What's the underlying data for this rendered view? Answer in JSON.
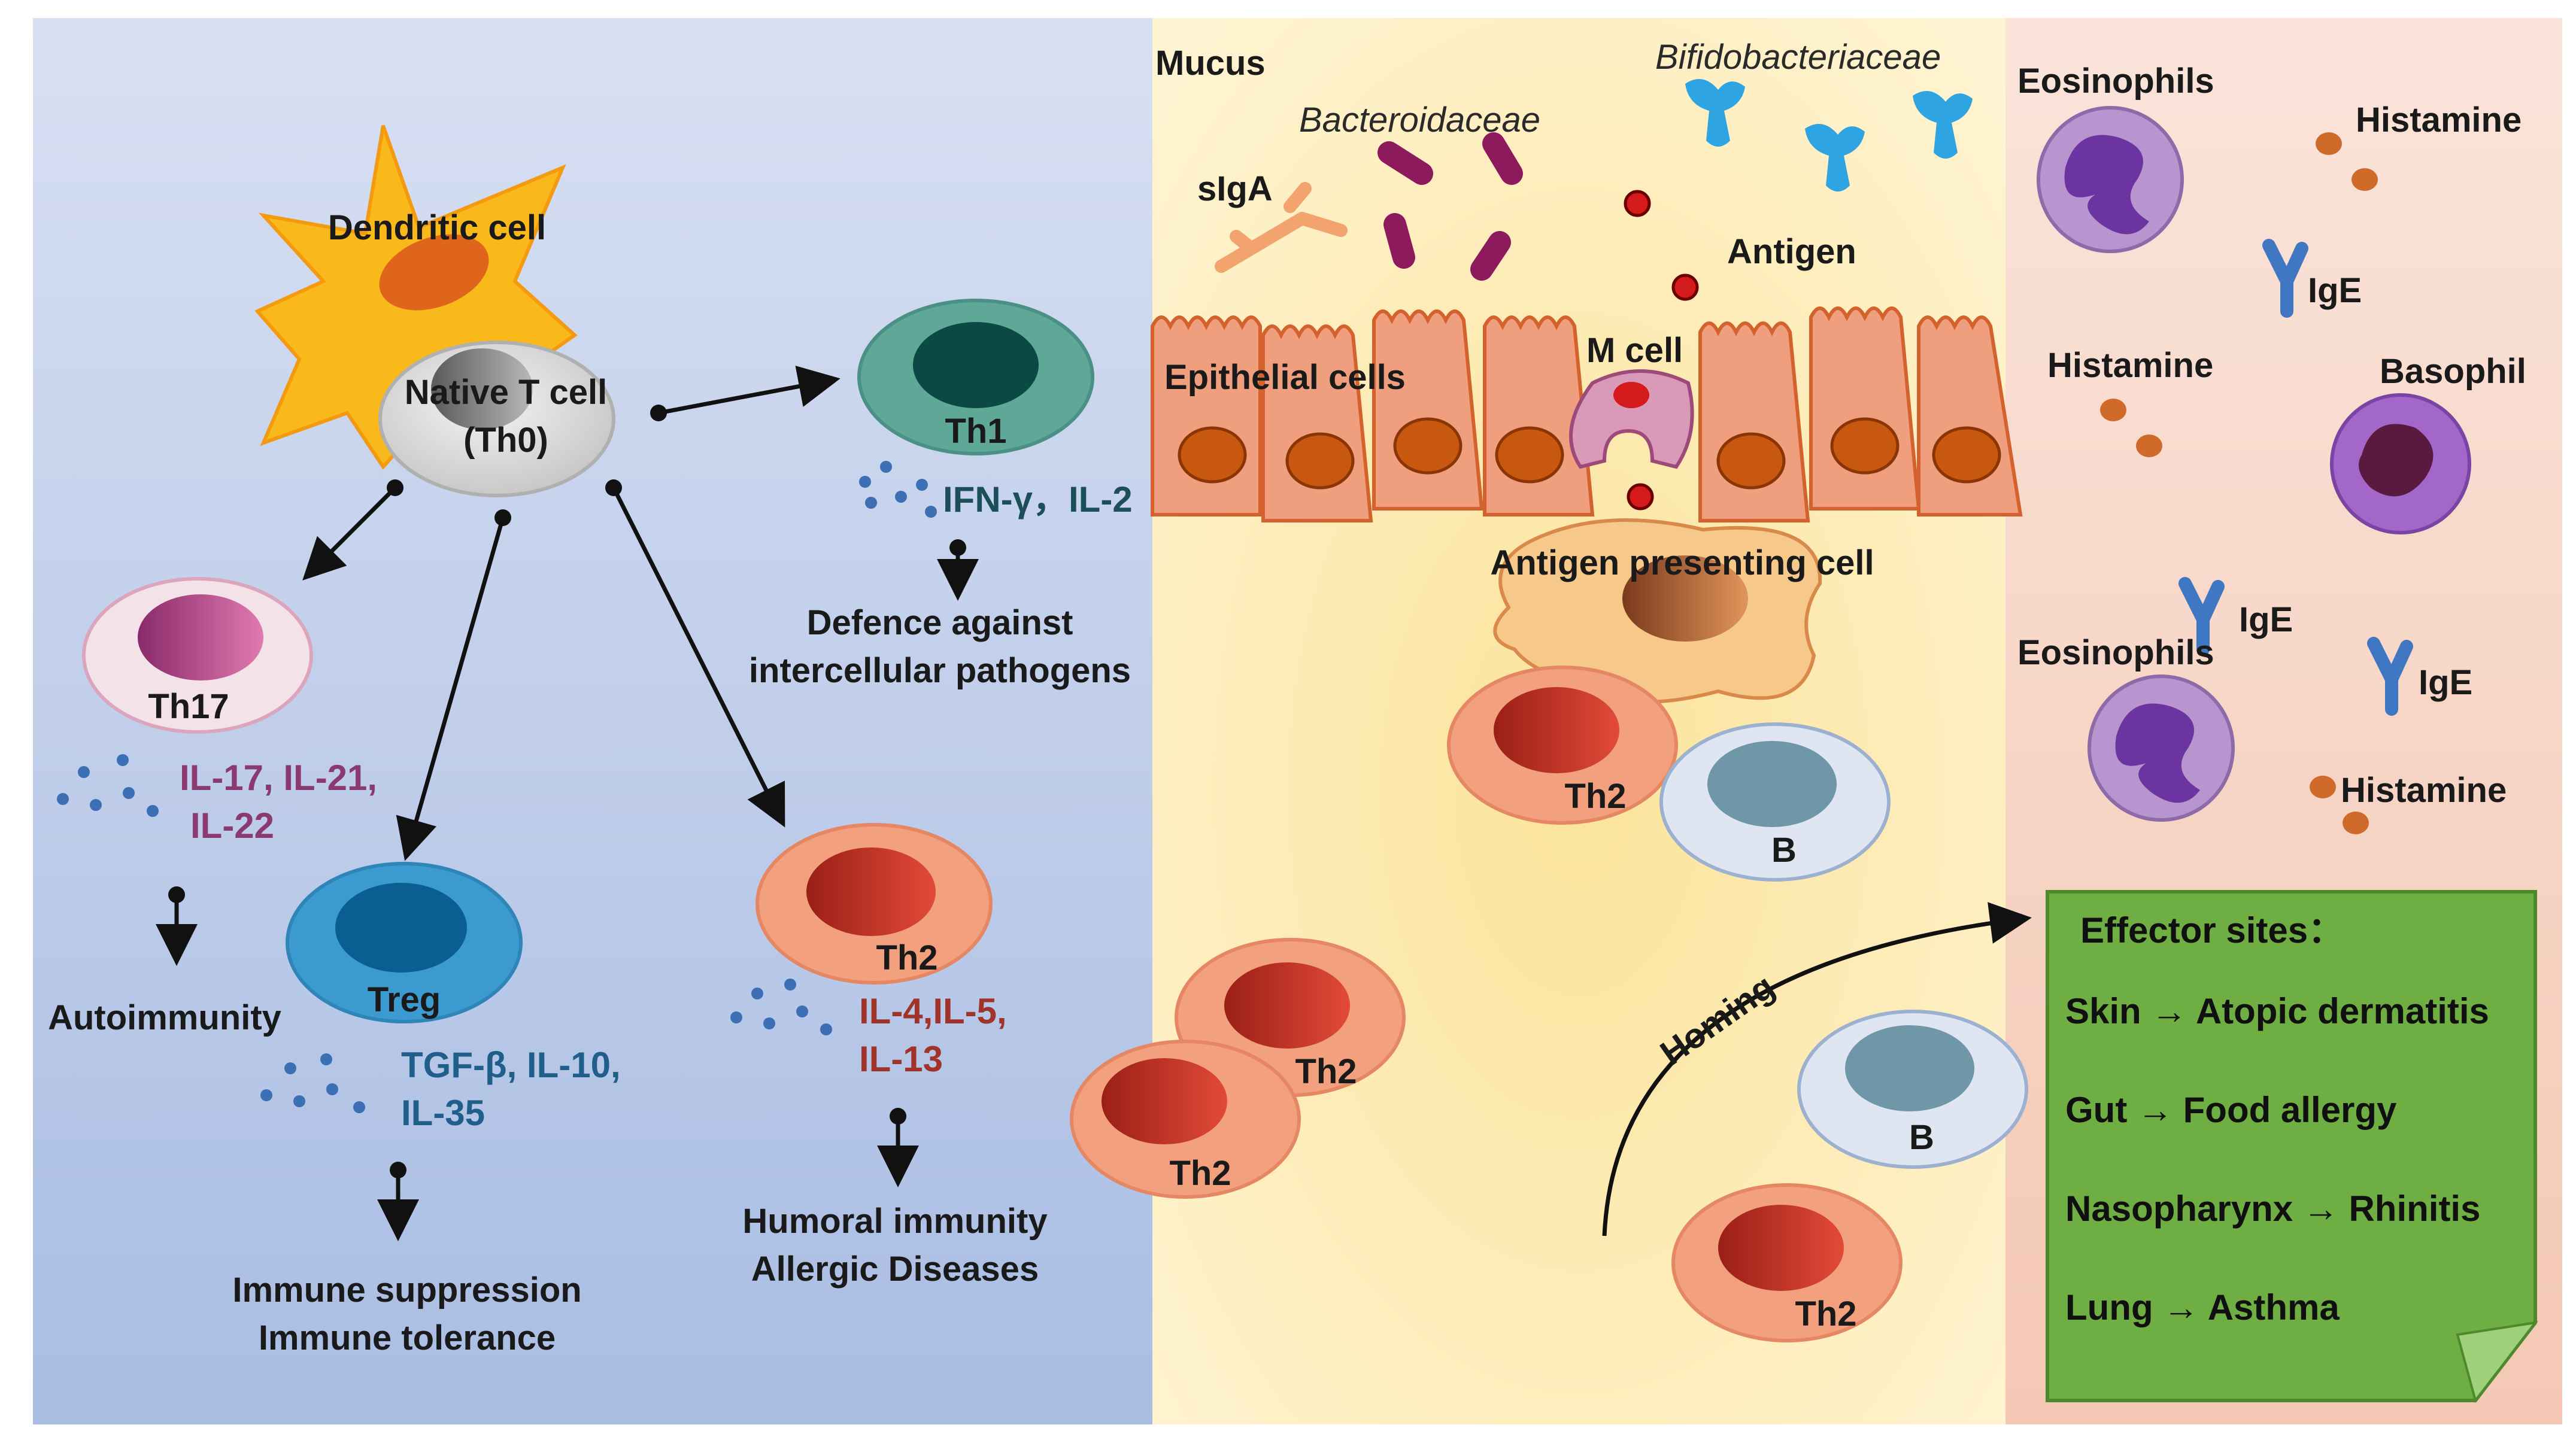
{
  "labels": {
    "dendritic_cell": "Dendritic cell",
    "native_t_cell": "Native T cell",
    "th0": "(Th0)",
    "th1": "Th1",
    "th17": "Th17",
    "treg": "Treg",
    "th2": "Th2",
    "b": "B",
    "mucus": "Mucus",
    "bacteroidaceae": "Bacteroidaceae",
    "bifidobacteriaceae": "Bifidobacteriaceae",
    "siga": "sIgA",
    "antigen": "Antigen",
    "epithelial_cells": "Epithelial cells",
    "m_cell": "M cell",
    "apc": "Antigen presenting cell",
    "homing": "Homing",
    "eosinophils": "Eosinophils",
    "histamine": "Histamine",
    "ige": "IgE",
    "basophil": "Basophil"
  },
  "cytokines": {
    "th17_line1": "IL-17, IL-21,",
    "th17_line2": "IL-22",
    "treg_line1": "TGF-β, IL-10,",
    "treg_line2": "IL-35",
    "th1": "IFN-γ，IL-2",
    "th2_line1": "IL-4,IL-5,",
    "th2_line2": "IL-13"
  },
  "outcomes": {
    "th17": "Autoimmunity",
    "treg_line1": "Immune suppression",
    "treg_line2": "Immune tolerance",
    "th1_line1": "Defence against",
    "th1_line2": "intercellular pathogens",
    "th2_line1": "Humoral immunity",
    "th2_line2": "Allergic Diseases"
  },
  "effector": {
    "title": "Effector sites：",
    "items": [
      "Skin → Atopic dermatitis",
      "Gut → Food allergy",
      "Nasopharynx → Rhinitis",
      "Lung → Asthma"
    ]
  },
  "colors": {
    "panel_left": "#b3c4e6",
    "panel_mid": "#fbe6a6",
    "panel_right": "#f6d3c2",
    "effector_box": "#6fae43",
    "th2_cell": "#f2a07e",
    "th1_cell": "#5fa898",
    "treg_cell": "#3b9bd0",
    "th17_cell": "#f3e2e8",
    "b_cell": "#dfe6f2",
    "eosinophil": "#b895cf",
    "histamine": "#d06a2a"
  }
}
